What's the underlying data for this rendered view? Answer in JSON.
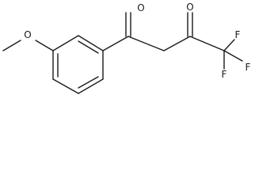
{
  "molecule": {
    "atoms": {
      "methoxy_o": "O",
      "ketone_o": "O",
      "ketone2_o": "O",
      "fluorine_upper": "F",
      "fluorine_right": "F",
      "fluorine_lower": "F"
    }
  }
}
